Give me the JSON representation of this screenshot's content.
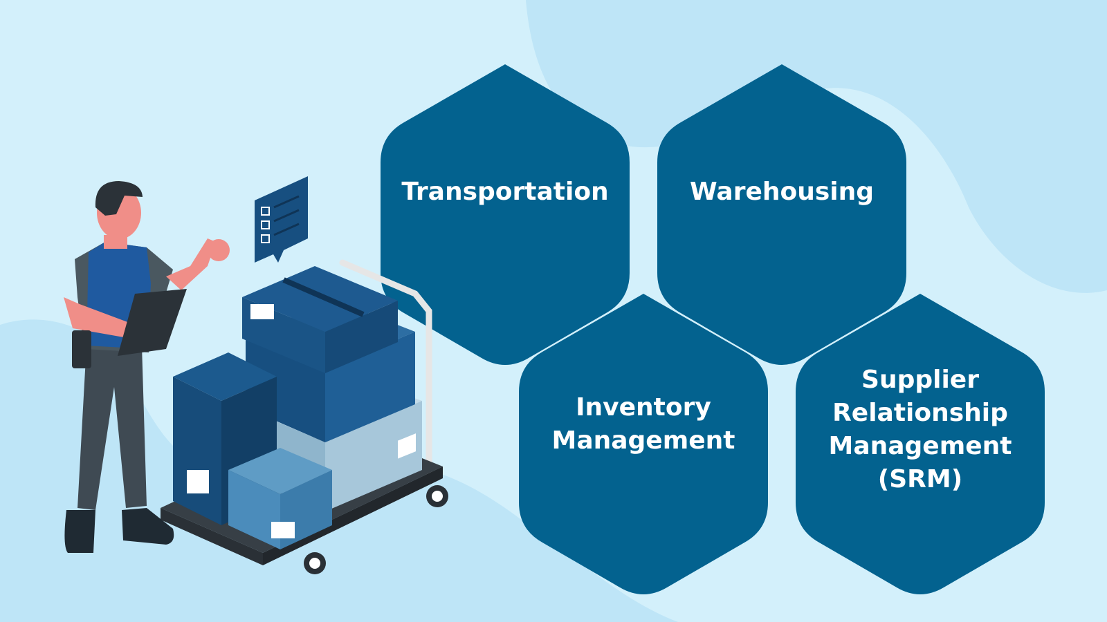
{
  "colors": {
    "background": "#d3f0fb",
    "blob": "#bee5f7",
    "hexagon": "#03628f",
    "label": "#ffffff"
  },
  "hexagons": [
    {
      "lines": [
        "Transportation"
      ]
    },
    {
      "lines": [
        "Warehousing"
      ]
    },
    {
      "lines": [
        "Inventory",
        "Management"
      ]
    },
    {
      "lines": [
        "Supplier",
        "Relationship",
        "Management",
        "(SRM)"
      ]
    }
  ],
  "illustration": {
    "subject": "warehouse worker with clipboard beside hand cart of boxes",
    "icon": "checklist-icon"
  }
}
